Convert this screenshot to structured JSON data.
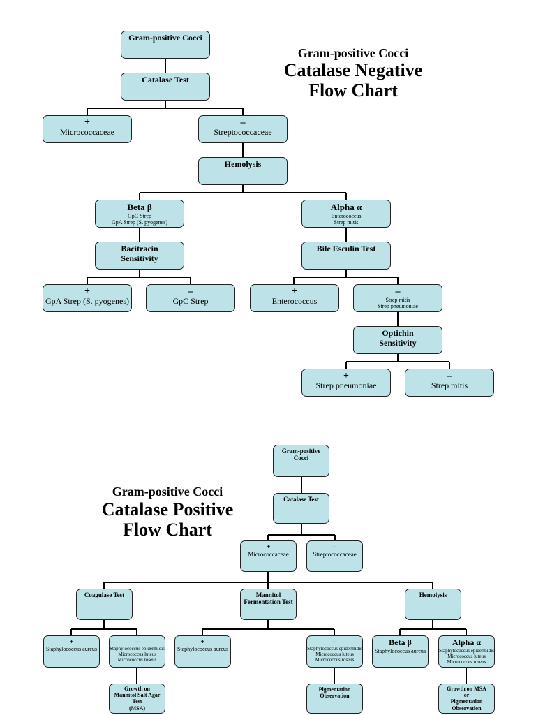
{
  "negative": {
    "title": {
      "line1": "Gram-positive Cocci",
      "line2": "Catalase Negative",
      "line3": "Flow Chart"
    },
    "gpc": "Gram-positive Cocci",
    "catalase": "Catalase Test",
    "micro": {
      "sign": "+",
      "label": "Micrococcaceae"
    },
    "strep": {
      "sign": "–",
      "label": "Streptococcaceae"
    },
    "hemolysis": "Hemolysis",
    "beta": {
      "title": "Beta β",
      "sub1": "GpC Strep",
      "sub2": "GpA Strep (S. pyogenes)"
    },
    "alpha": {
      "title": "Alpha α",
      "sub1": "Enterococcus",
      "sub2": "Strep mitis"
    },
    "bacitracin": {
      "line1": "Bacitracin",
      "line2": "Sensitivity"
    },
    "bile": "Bile Esculin Test",
    "gpa": {
      "sign": "+",
      "label": "GpA Strep (S. pyogenes)"
    },
    "gpcstrep": {
      "sign": "–",
      "label": "GpC Strep"
    },
    "entero": {
      "sign": "+",
      "label": "Enterococcus"
    },
    "strepneg": {
      "sign": "–",
      "sub1": "Strep mitis",
      "sub2": "Strep pneumoniae"
    },
    "optichin": {
      "line1": "Optichin",
      "line2": "Sensitivity"
    },
    "pneumo": {
      "sign": "+",
      "label": "Strep pneumoniae"
    },
    "mitis": {
      "sign": "–",
      "label": "Strep mitis"
    }
  },
  "positive": {
    "title": {
      "line1": "Gram-positive Cocci",
      "line2": "Catalase Positive",
      "line3": "Flow Chart"
    },
    "gpc": "Gram-positive Cocci",
    "catalase": "Catalase Test",
    "micro": {
      "sign": "+",
      "label": "Micrococcaceae"
    },
    "strep": {
      "sign": "–",
      "label": "Streptococcaceae"
    },
    "coag": "Coagulase Test",
    "mannitol": {
      "line1": "Mannitol",
      "line2": "Fermentation Test"
    },
    "hemolysis": "Hemolysis",
    "coagpos": {
      "sign": "+",
      "label": "Staphylococcus aureus"
    },
    "coagneg": {
      "sign": "–",
      "sub1": "Staphylococcus epidermidis",
      "sub2": "Micrococcus luteus",
      "sub3": "Micrococcus roseus"
    },
    "manpos": {
      "sign": "+",
      "label": "Staphylococcus aureus"
    },
    "manneg": {
      "sign": "–",
      "sub1": "Staphylococcus epidermidis",
      "sub2": "Micrococcus luteus",
      "sub3": "Micrococcus roseus"
    },
    "beta": {
      "title": "Beta β",
      "sub1": "Staphylococcus aureus"
    },
    "alpha": {
      "title": "Alpha α",
      "sub1": "Staphylococcus epidermidis",
      "sub2": "Micrococcus luteus",
      "sub3": "Micrococcus roseus"
    },
    "msa": {
      "line1": "Growth on",
      "line2": "Mannitol Salt Agar",
      "line3": "Test",
      "line4": "(MSA)"
    },
    "pigment": {
      "line1": "Pigmentation",
      "line2": "Observation"
    },
    "msapig": {
      "line1": "Growth on MSA",
      "line2": "or",
      "line3": "Pigmentation",
      "line4": "Observation"
    }
  }
}
